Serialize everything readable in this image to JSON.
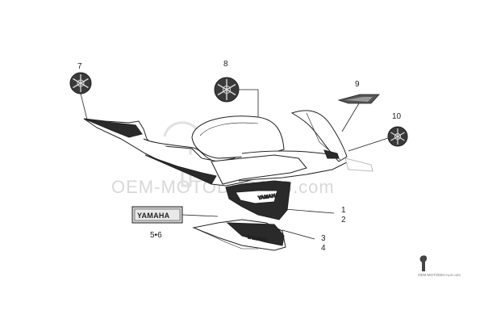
{
  "watermark": {
    "text": "OEM-MOTODECALS.com",
    "small_text": "OEM-MOTODECALS.com"
  },
  "callouts": {
    "c1": "1",
    "c2": "2",
    "c3": "3",
    "c4": "4",
    "c56": "5•6",
    "c7": "7",
    "c8": "8",
    "c9": "9",
    "c10": "10"
  },
  "decals": {
    "emblem_text": "YAMAHA",
    "fairing_text": "YAMAHA",
    "lower_text": "YAMAHA"
  },
  "colors": {
    "line": "#222222",
    "fairing_fill": "#2a2a2a",
    "watermark": "#d8d8d8"
  }
}
